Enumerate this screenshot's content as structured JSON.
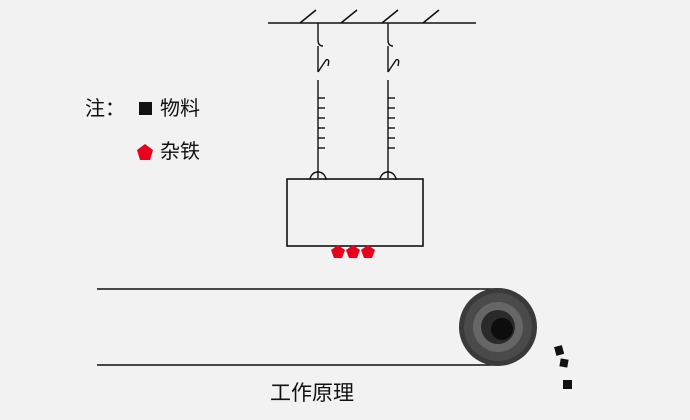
{
  "legend": {
    "note_label": "注：",
    "material_label": "物料",
    "tramp_iron_label": "杂铁"
  },
  "caption": "工作原理",
  "colors": {
    "background": "#f2f2f2",
    "line": "#111111",
    "tramp_iron": "#e8001c",
    "material": "#111111",
    "roller_outer": "#3a3a3a",
    "roller_mid": "#666666",
    "roller_inner": "#2a2a2a"
  },
  "icons": {
    "material": "black-square-icon",
    "tramp_iron": "red-pentagon-icon"
  }
}
